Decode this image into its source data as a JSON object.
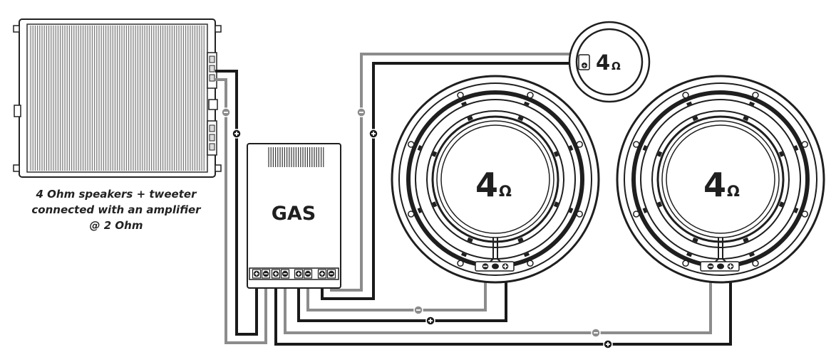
{
  "caption": {
    "line1": "4 Ohm speakers + tweeter",
    "line2": "connected with an amplifier",
    "line3": "@ 2 Ohm"
  },
  "crossover": {
    "brand": "GAS"
  },
  "tweeter": {
    "impedance": "4",
    "unit": "Ω"
  },
  "woofer_left": {
    "impedance": "4",
    "unit": "Ω"
  },
  "woofer_right": {
    "impedance": "4",
    "unit": "Ω"
  },
  "colors": {
    "positive_wire": "#1a1a1a",
    "negative_wire": "#8c8c8c",
    "outline": "#1f1f1f"
  }
}
